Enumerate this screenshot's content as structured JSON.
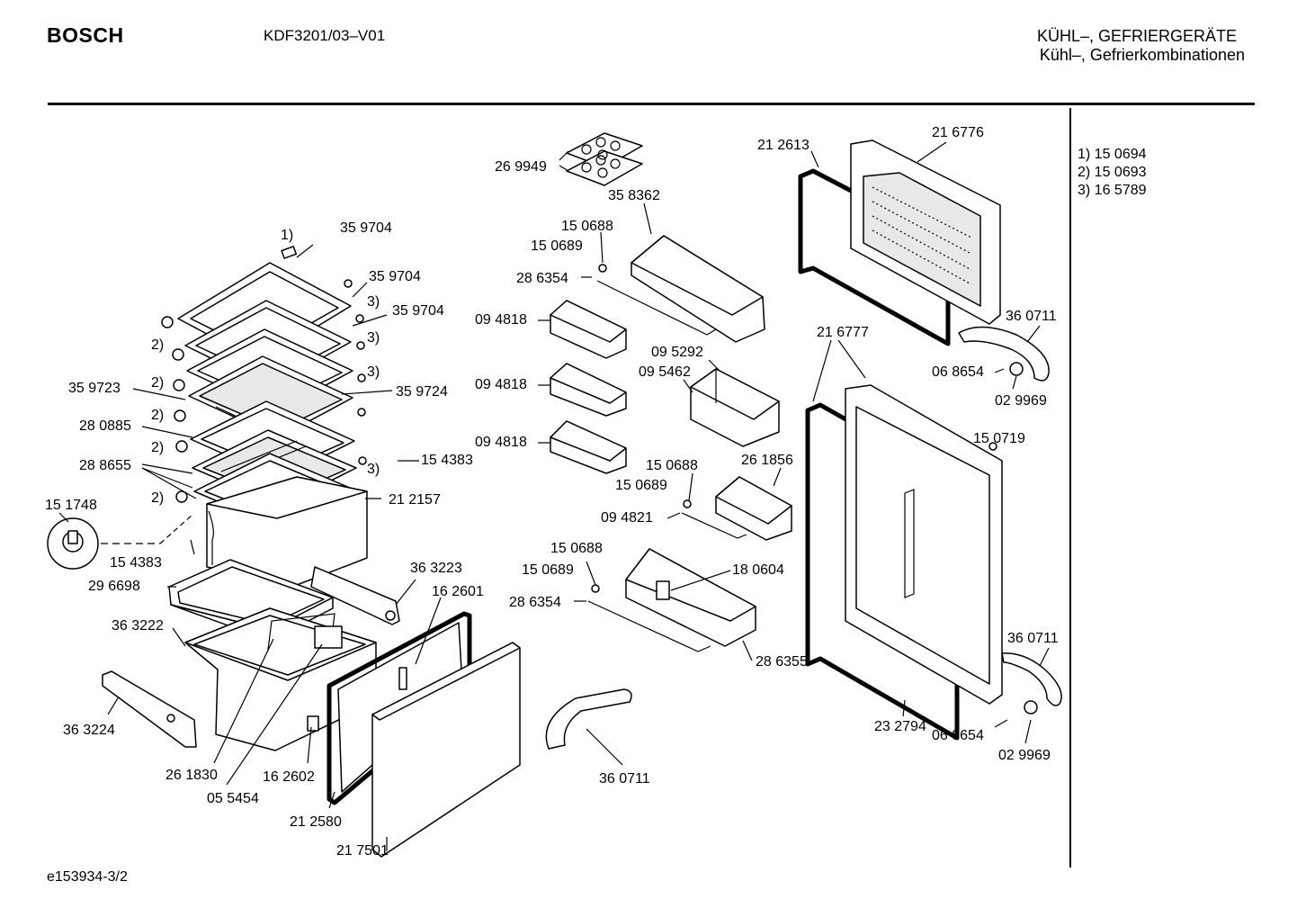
{
  "header": {
    "brand": "BOSCH",
    "model": "KDF3201/03–V01",
    "category_line1": "KÜHL–, GEFRIERGERÄTE",
    "category_line2": "Kühl–, Gefrierkombinationen"
  },
  "legend": [
    {
      "text": "1)  15 0694"
    },
    {
      "text": "2)  15 0693"
    },
    {
      "text": "3)  16 5789"
    }
  ],
  "footer": {
    "doc_id": "e153934-3/2"
  },
  "labels": {
    "l_egg": "26 9949",
    "l_358362": "35 8362",
    "l_212613": "21 2613",
    "l_216776": "21 6776",
    "l_ref1": "1)",
    "l_359704a": "35 9704",
    "l_359704b": "35 9704",
    "l_ref3a": "3)",
    "l_359704c": "35 9704",
    "l_ref3b": "3)",
    "l_ref3c": "3)",
    "l_ref2a": "2)",
    "l_ref2b": "2)",
    "l_ref2c": "2)",
    "l_ref2d": "2)",
    "l_ref2e": "2)",
    "l_ref3d": "3)",
    "l_359723": "35 9723",
    "l_359724": "35 9724",
    "l_280885": "28 0885",
    "l_288655": "28 8655",
    "l_154383a": "15 4383",
    "l_212157": "21 2157",
    "l_151748": "15 1748",
    "l_154383b": "15 4383",
    "l_150688a": "15 0688",
    "l_150689a": "15 0689",
    "l_286354a": "28 6354",
    "l_094818a": "09 4818",
    "l_094818b": "09 4818",
    "l_094818c": "09 4818",
    "l_095292": "09 5292",
    "l_095462": "09 5462",
    "l_216777": "21 6777",
    "l_360711a": "36 0711",
    "l_068654a": "06 8654",
    "l_029969a": "02 9969",
    "l_150719": "15 0719",
    "l_150688b": "15 0688",
    "l_150689b": "15 0689",
    "l_094821": "09 4821",
    "l_261856": "26 1856",
    "l_150688c": "15 0688",
    "l_150689c": "15 0689",
    "l_286354b": "28 6354",
    "l_180604": "18 0604",
    "l_286355": "28 6355",
    "l_363223": "36 3223",
    "l_296698": "29 6698",
    "l_162601": "16 2601",
    "l_363222": "36 3222",
    "l_363224": "36 3224",
    "l_261830": "26 1830",
    "l_162602": "16 2602",
    "l_055454": "05 5454",
    "l_212580": "21 2580",
    "l_217501": "21 7501",
    "l_360711b": "36 0711",
    "l_360711c": "36 0711",
    "l_232794": "23 2794",
    "l_068654b": "06 8654",
    "l_029969b": "02 9969"
  }
}
